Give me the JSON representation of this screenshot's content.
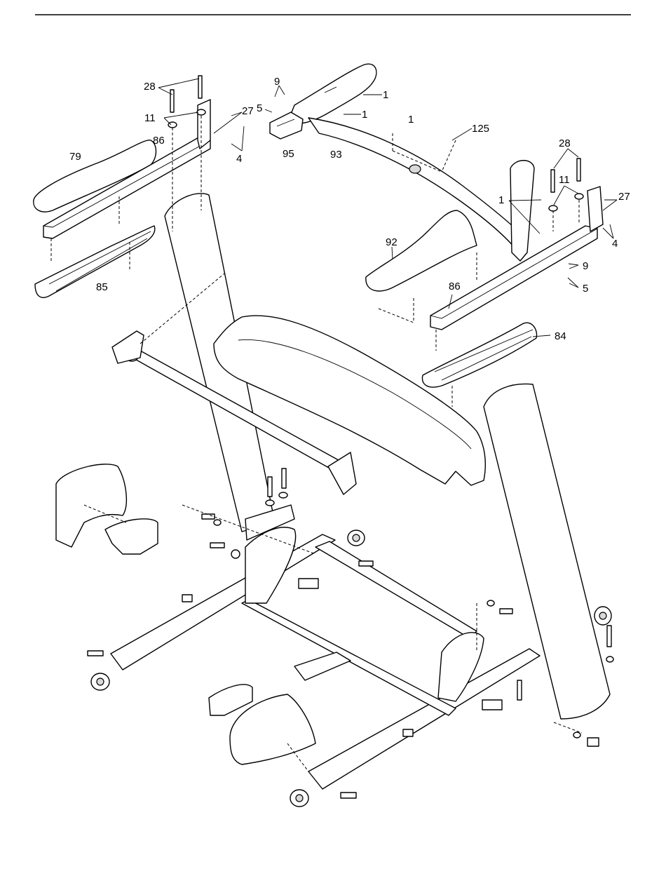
{
  "labels": {
    "l28a": "28",
    "l11a": "11",
    "l86a": "86",
    "l79": "79",
    "l85": "85",
    "l27a": "27",
    "l4a": "4",
    "l9a": "9",
    "l5a": "5",
    "l1a": "1",
    "l1b": "1",
    "l95": "95",
    "l93": "93",
    "l1c": "1",
    "l125": "125",
    "l28b": "28",
    "l11b": "11",
    "l1d": "1",
    "l27b": "27",
    "l4b": "4",
    "l92": "92",
    "l9b": "9",
    "l5b": "5",
    "l86b": "86",
    "l84": "84"
  }
}
